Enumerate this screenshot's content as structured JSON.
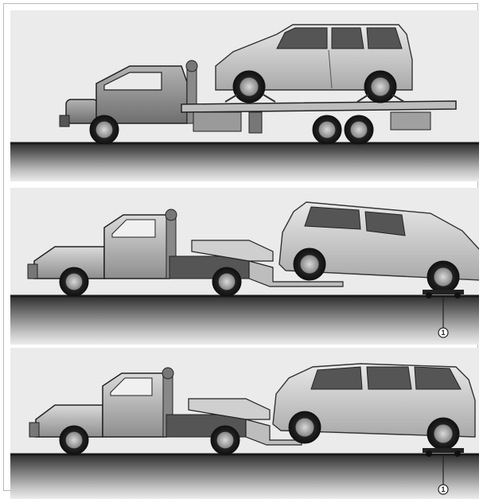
{
  "figure": {
    "panels": [
      {
        "name": "flatbed-tow",
        "label": ""
      },
      {
        "name": "wheel-lift-tow-with-dollies",
        "label": ""
      },
      {
        "name": "wheel-lift-tow-with-dollies-alt",
        "label": ""
      }
    ],
    "callouts": [
      {
        "panel": 2,
        "label": "1"
      },
      {
        "panel": 3,
        "label": "1"
      }
    ],
    "colors": {
      "sky": "#ebebeb",
      "road_dark": "#2e2e2e",
      "road_mid": "#8c8c8c",
      "road_light": "#e6e6e6",
      "truck_body": "#8f8f8f",
      "suv_body": "#c9c9c9"
    }
  }
}
